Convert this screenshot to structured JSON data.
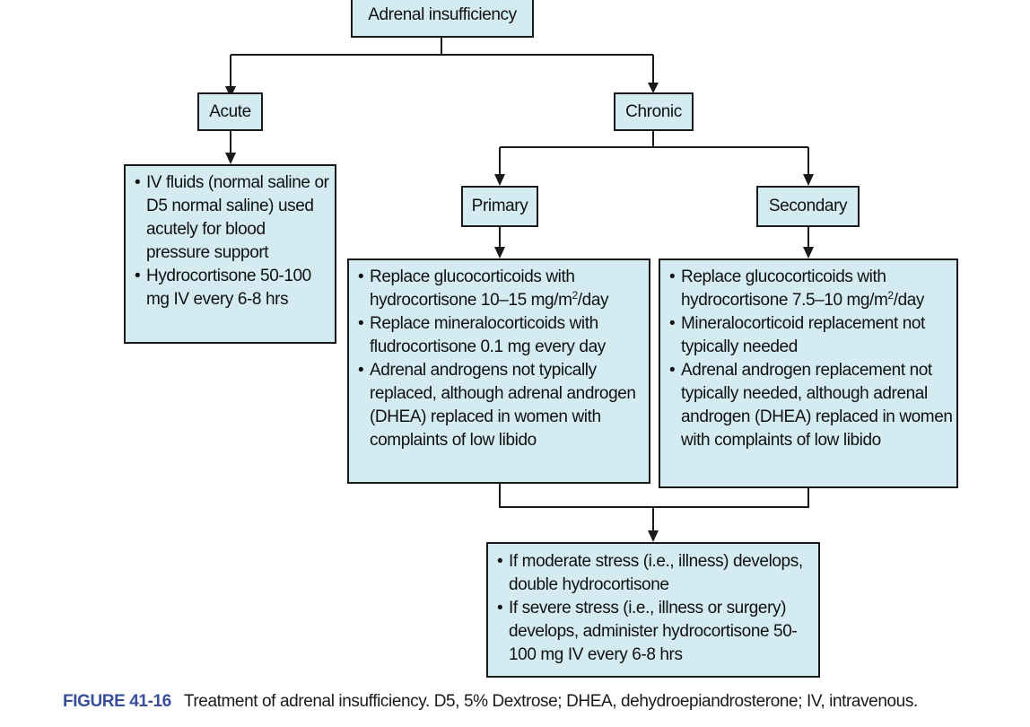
{
  "nodes": {
    "root": "Adrenal insufficiency",
    "acute": "Acute",
    "chronic": "Chronic",
    "primary": "Primary",
    "secondary": "Secondary"
  },
  "acute_treatment": {
    "items": [
      "IV fluids (normal saline or D5 normal saline) used acutely for blood pressure support",
      "Hydrocortisone 50-100 mg IV every 6-8 hrs"
    ]
  },
  "primary_treatment": {
    "item1_a": "Replace glucocorticoids with hydrocortisone 10–15 mg/m",
    "item1_sup": "2",
    "item1_b": "/day",
    "item2": "Replace mineralocorticoids with fludrocortisone 0.1 mg every day",
    "item3": "Adrenal androgens not typically replaced, although adrenal androgen (DHEA) replaced in women with complaints of low libido"
  },
  "secondary_treatment": {
    "item1_a": "Replace glucocorticoids with hydrocortisone 7.5–10 mg/m",
    "item1_sup": "2",
    "item1_b": "/day",
    "item2": "Mineralocorticoid replacement not typically needed",
    "item3": "Adrenal androgen replacement not typically needed, although adrenal androgen (DHEA) replaced in women with complaints of low libido"
  },
  "stress_dosing": {
    "items": [
      "If moderate stress (i.e., illness) develops, double hydrocortisone",
      "If severe stress (i.e., illness or surgery) develops, administer hydrocortisone 50-100 mg IV every 6-8 hrs"
    ]
  },
  "caption": {
    "figure_label": "FIGURE 41-16",
    "text": "Treatment of adrenal insufficiency. D5, 5% Dextrose; DHEA, dehydroepiandrosterone; IV, intravenous."
  },
  "colors": {
    "box_fill": "#d3ebf1",
    "line": "#1a1a1a",
    "figure_label": "#3a4f9c"
  }
}
